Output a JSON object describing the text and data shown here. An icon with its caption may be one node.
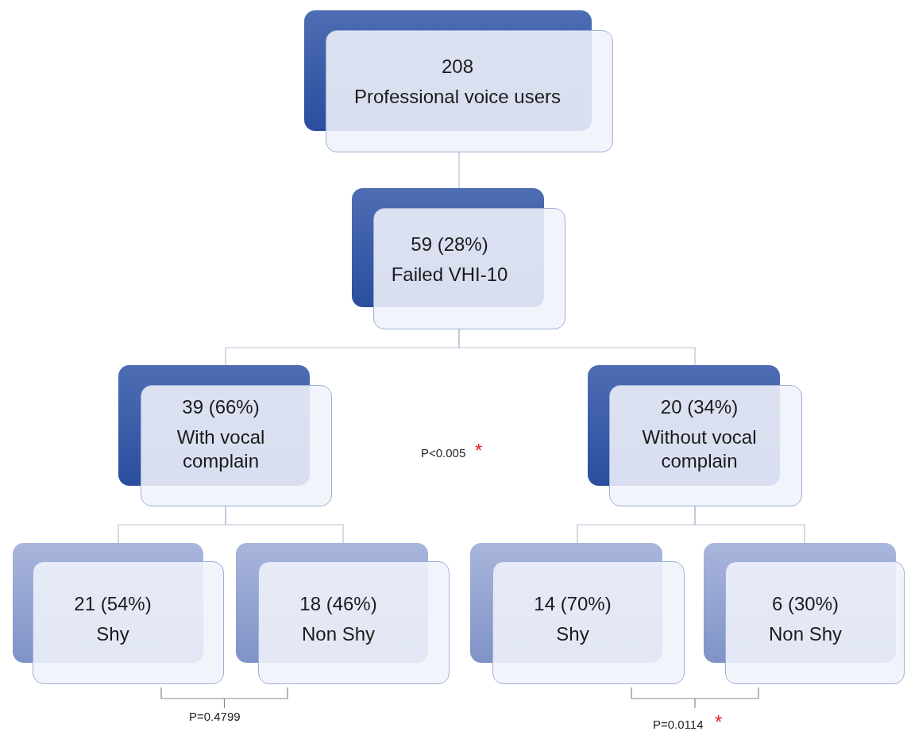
{
  "diagram": {
    "nodes": [
      {
        "text": [
          "208",
          "Professional voice users"
        ]
      },
      {
        "text": [
          "59 (28%)",
          "Failed VHI-10"
        ]
      },
      {
        "text": [
          "39 (66%)",
          "With vocal complain"
        ]
      },
      {
        "text": [
          "20 (34%)",
          "Without vocal complain"
        ]
      },
      {
        "text": [
          "21 (54%)",
          "Shy"
        ]
      },
      {
        "text": [
          "18 (46%)",
          "Non Shy"
        ]
      },
      {
        "text": [
          "14 (70%)",
          "Shy"
        ]
      },
      {
        "text": [
          "6 (30%)",
          "Non Shy"
        ]
      }
    ],
    "edges": [
      {
        "from": 0,
        "to": 1,
        "arrow": "none"
      },
      {
        "from": 1,
        "to": 2,
        "arrow": "none"
      },
      {
        "from": 1,
        "to": 3,
        "arrow": "none"
      },
      {
        "from": 2,
        "to": 4,
        "arrow": "none"
      },
      {
        "from": 2,
        "to": 5,
        "arrow": "none"
      },
      {
        "from": 3,
        "to": 6,
        "arrow": "none"
      },
      {
        "from": 3,
        "to": 7,
        "arrow": "none"
      }
    ],
    "labels": [
      "P<0.005",
      "*",
      "P=0.4799",
      "P=0.0114",
      "*"
    ]
  }
}
